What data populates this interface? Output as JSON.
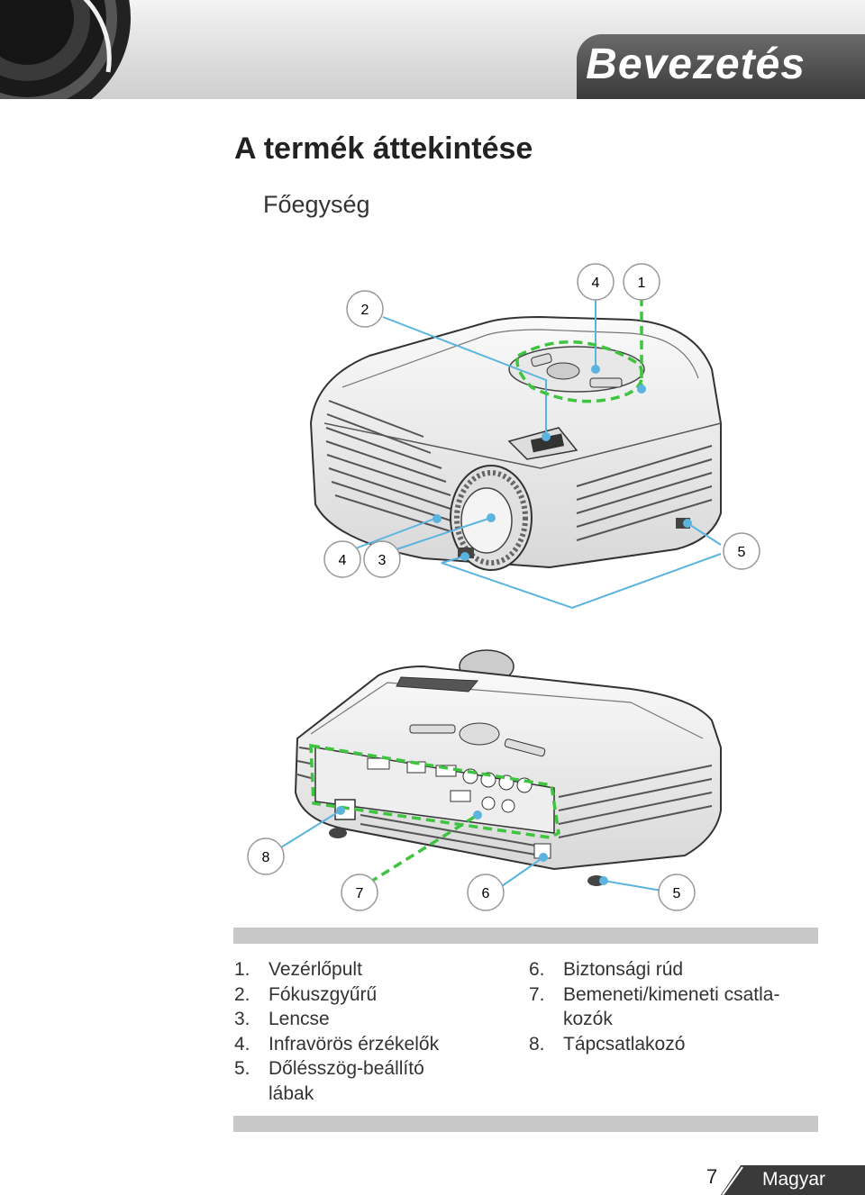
{
  "header": {
    "title": "Bevezetés"
  },
  "page": {
    "title": "A termék áttekintése",
    "subtitle": "Főegység"
  },
  "callouts": {
    "top": [
      "2",
      "4",
      "1",
      "4",
      "3",
      "5"
    ],
    "bottom": [
      "8",
      "7",
      "6",
      "5"
    ]
  },
  "legend": {
    "left": [
      {
        "num": "1.",
        "text": "Vezérlőpult"
      },
      {
        "num": "2.",
        "text": "Fókuszgyűrű"
      },
      {
        "num": "3.",
        "text": "Lencse"
      },
      {
        "num": "4.",
        "text": "Infravörös érzékelők"
      },
      {
        "num": "5.",
        "text": "Dőlésszög-beállító lábak"
      }
    ],
    "right": [
      {
        "num": "6.",
        "text": "Biztonsági rúd"
      },
      {
        "num": "7.",
        "text": "Bemeneti/kimeneti csatla-kozók"
      },
      {
        "num": "8.",
        "text": "Tápcsatlakozó"
      }
    ]
  },
  "footer": {
    "page_number": "7",
    "language": "Magyar"
  },
  "colors": {
    "callout_line": "#5bb4de",
    "highlight_dash": "#3ec43e",
    "header_tab": "#4a4a4a"
  }
}
